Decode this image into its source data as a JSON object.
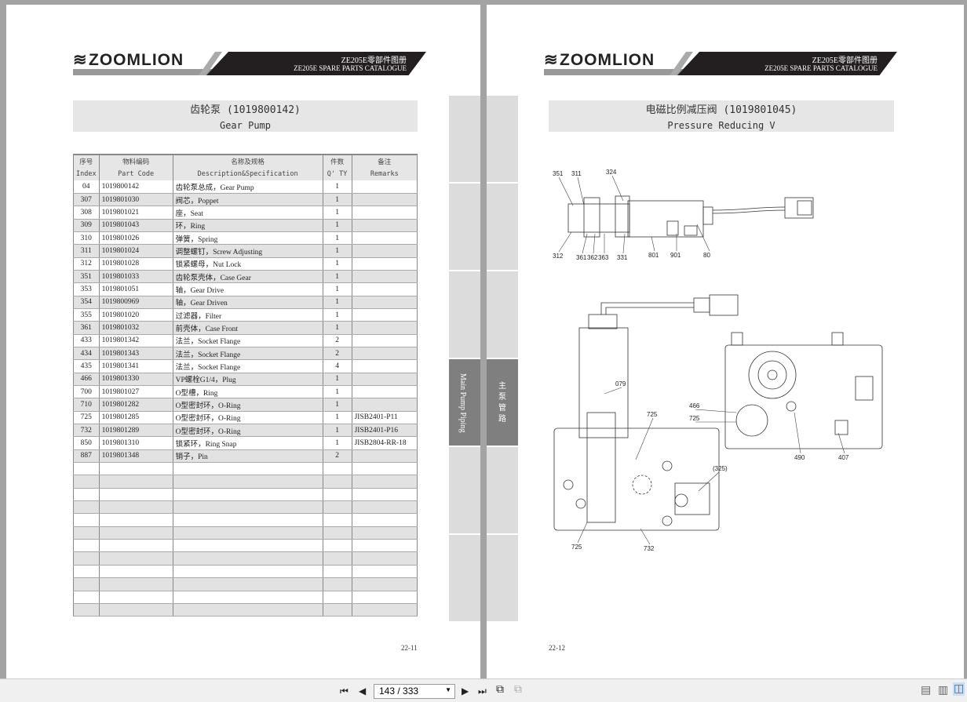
{
  "header": {
    "brand": "ZOOMLION",
    "catalog_cn": "ZE205E零部件图册",
    "catalog_en": "ZE205E SPARE PARTS CATALOGUE"
  },
  "left_page": {
    "title_cn": "齿轮泵 (1019800142)",
    "title_en": "Gear Pump",
    "columns": [
      {
        "cn": "序号",
        "en": "Index"
      },
      {
        "cn": "物料编码",
        "en": "Part Code"
      },
      {
        "cn": "名称及规格",
        "en": "Description&Specification"
      },
      {
        "cn": "件数",
        "en": "Q' TY"
      },
      {
        "cn": "备注",
        "en": "Remarks"
      }
    ],
    "rows": [
      [
        "04",
        "1019800142",
        "齿轮泵总成，Gear Pump",
        "1",
        ""
      ],
      [
        "307",
        "1019801030",
        "阀芯，Poppet",
        "1",
        ""
      ],
      [
        "308",
        "1019801021",
        "座，Seat",
        "1",
        ""
      ],
      [
        "309",
        "1019801043",
        "环，Ring",
        "1",
        ""
      ],
      [
        "310",
        "1019801026",
        "弹簧，Spring",
        "1",
        ""
      ],
      [
        "311",
        "1019801024",
        "调整螺钉，Screw Adjusting",
        "1",
        ""
      ],
      [
        "312",
        "1019801028",
        "锁紧螺母，Nut Lock",
        "1",
        ""
      ],
      [
        "351",
        "1019801033",
        "齿轮泵壳体，Case Gear",
        "1",
        ""
      ],
      [
        "353",
        "1019801051",
        "轴，Gear Drive",
        "1",
        ""
      ],
      [
        "354",
        "1019800969",
        "轴，Gear Driven",
        "1",
        ""
      ],
      [
        "355",
        "1019801020",
        "过滤器，Filter",
        "1",
        ""
      ],
      [
        "361",
        "1019801032",
        "前壳体，Case Front",
        "1",
        ""
      ],
      [
        "433",
        "1019801342",
        "法兰，Socket Flange",
        "2",
        ""
      ],
      [
        "434",
        "1019801343",
        "法兰，Socket Flange",
        "2",
        ""
      ],
      [
        "435",
        "1019801341",
        "法兰，Socket Flange",
        "4",
        ""
      ],
      [
        "466",
        "1019801330",
        "VP螺栓G1/4，Plug",
        "1",
        ""
      ],
      [
        "700",
        "1019801027",
        "O型槽，Ring",
        "1",
        ""
      ],
      [
        "710",
        "1019801282",
        "O型密封环，O-Ring",
        "1",
        ""
      ],
      [
        "725",
        "1019801285",
        "O型密封环，O-Ring",
        "1",
        "JISB2401-P11"
      ],
      [
        "732",
        "1019801289",
        "O型密封环，O-Ring",
        "1",
        "JISB2401-P16"
      ],
      [
        "850",
        "1019801310",
        "锁紧环，Ring Snap",
        "1",
        "JISB2804-RR-18"
      ],
      [
        "887",
        "1019801348",
        "销子，Pin",
        "2",
        ""
      ]
    ],
    "page_number": "22-11"
  },
  "right_page": {
    "title_cn": "电磁比例减压阀 (1019801045)",
    "title_en": "Pressure Reducing V",
    "callouts_top": [
      "351",
      "311",
      "324",
      "312",
      "361",
      "362",
      "363",
      "331",
      "801",
      "901",
      "80"
    ],
    "callouts_bottom": [
      "079",
      "725",
      "466",
      "725",
      "490",
      "407",
      "(325)",
      "725",
      "732"
    ],
    "page_number": "22-12"
  },
  "side_tabs": {
    "active_en": "Main Pump Piping",
    "active_cn": [
      "主",
      "泵",
      "管",
      "路"
    ]
  },
  "toolbar": {
    "page_display": "143 / 333",
    "first": "⏮",
    "prev": "◀",
    "next": "▶",
    "last": "⏭"
  }
}
